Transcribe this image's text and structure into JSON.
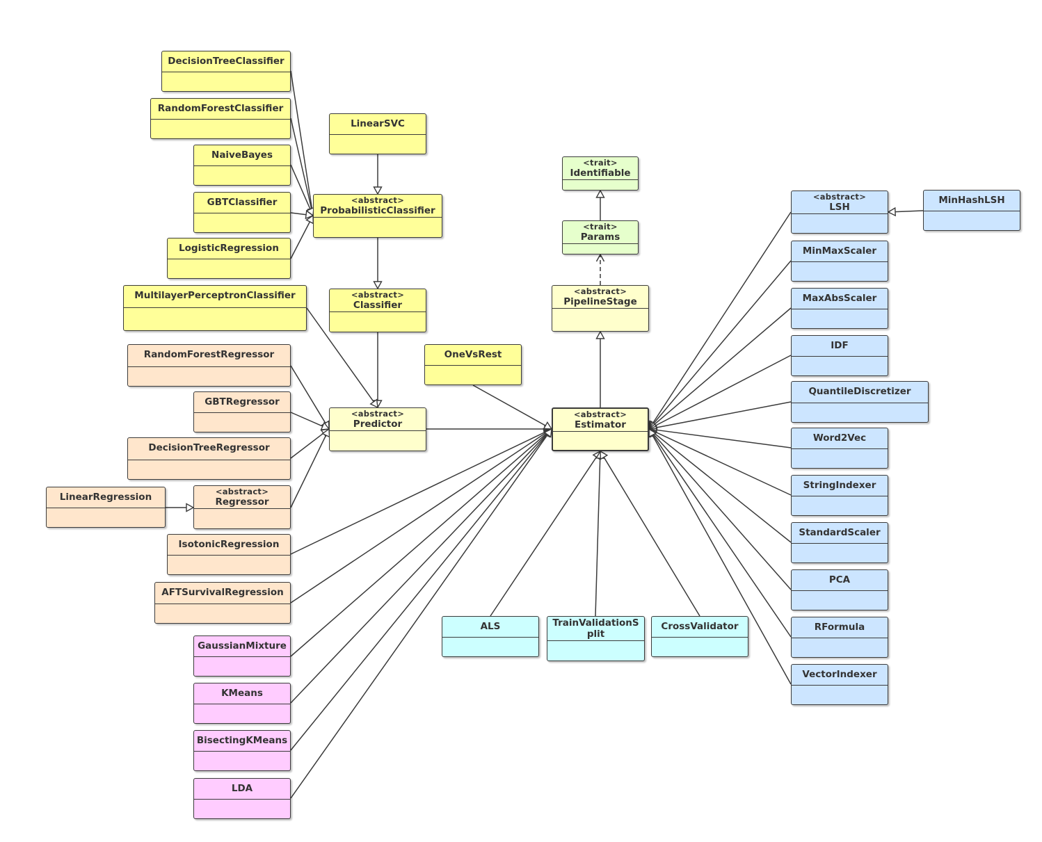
{
  "colors": {
    "yellow": "#ffff99",
    "light_yellow": "#ffffcc",
    "peach": "#ffe6cc",
    "pink": "#ffccff",
    "cyan": "#ccffff",
    "green": "#e6ffcc",
    "blue": "#cce5ff",
    "line": "#3a3a3a"
  },
  "nodes": [
    {
      "id": "DecisionTreeClassifier",
      "name": "DecisionTreeClassifier",
      "color": "yellow"
    },
    {
      "id": "RandomForestClassifier",
      "name": "RandomForestClassifier",
      "color": "yellow"
    },
    {
      "id": "NaiveBayes",
      "name": "NaiveBayes",
      "color": "yellow"
    },
    {
      "id": "GBTClassifier",
      "name": "GBTClassifier",
      "color": "yellow"
    },
    {
      "id": "LogisticRegression",
      "name": "LogisticRegression",
      "color": "yellow"
    },
    {
      "id": "MultilayerPerceptronClassifier",
      "name": "MultilayerPerceptronClassifier",
      "color": "yellow"
    },
    {
      "id": "LinearSVC",
      "name": "LinearSVC",
      "color": "yellow"
    },
    {
      "id": "ProbabilisticClassifier",
      "stereotype": "<abstract>",
      "name": "ProbabilisticClassifier",
      "color": "yellow"
    },
    {
      "id": "Classifier",
      "stereotype": "<abstract>",
      "name": "Classifier",
      "color": "yellow"
    },
    {
      "id": "OneVsRest",
      "name": "OneVsRest",
      "color": "yellow"
    },
    {
      "id": "Predictor",
      "stereotype": "<abstract>",
      "name": "Predictor",
      "color": "light_yellow"
    },
    {
      "id": "RandomForestRegressor",
      "name": "RandomForestRegressor",
      "color": "peach"
    },
    {
      "id": "GBTRegressor",
      "name": "GBTRegressor",
      "color": "peach"
    },
    {
      "id": "DecisionTreeRegressor",
      "name": "DecisionTreeRegressor",
      "color": "peach"
    },
    {
      "id": "LinearRegression",
      "name": "LinearRegression",
      "color": "peach"
    },
    {
      "id": "Regressor",
      "stereotype": "<abstract>",
      "name": "Regressor",
      "color": "peach"
    },
    {
      "id": "IsotonicRegression",
      "name": "IsotonicRegression",
      "color": "peach"
    },
    {
      "id": "AFTSurvivalRegression",
      "name": "AFTSurvivalRegression",
      "color": "peach"
    },
    {
      "id": "GaussianMixture",
      "name": "GaussianMixture",
      "color": "pink"
    },
    {
      "id": "KMeans",
      "name": "KMeans",
      "color": "pink"
    },
    {
      "id": "BisectingKMeans",
      "name": "BisectingKMeans",
      "color": "pink"
    },
    {
      "id": "LDA",
      "name": "LDA",
      "color": "pink"
    },
    {
      "id": "ALS",
      "name": "ALS",
      "color": "cyan"
    },
    {
      "id": "TrainValidationSplit",
      "name_lines": [
        "TrainValidationS",
        "plit"
      ],
      "color": "cyan"
    },
    {
      "id": "CrossValidator",
      "name": "CrossValidator",
      "color": "cyan"
    },
    {
      "id": "Identifiable",
      "stereotype": "<trait>",
      "name": "Identifiable",
      "color": "green"
    },
    {
      "id": "Params",
      "stereotype": "<trait>",
      "name": "Params",
      "color": "green"
    },
    {
      "id": "PipelineStage",
      "stereotype": "<abstract>",
      "name": "PipelineStage",
      "color": "light_yellow"
    },
    {
      "id": "Estimator",
      "stereotype": "<abstract>",
      "name": "Estimator",
      "color": "light_yellow",
      "bold": true
    },
    {
      "id": "LSH",
      "stereotype": "<abstract>",
      "name": "LSH",
      "color": "blue"
    },
    {
      "id": "MinHashLSH",
      "name": "MinHashLSH",
      "color": "blue"
    },
    {
      "id": "MinMaxScaler",
      "name": "MinMaxScaler",
      "color": "blue"
    },
    {
      "id": "MaxAbsScaler",
      "name": "MaxAbsScaler",
      "color": "blue"
    },
    {
      "id": "IDF",
      "name": "IDF",
      "color": "blue"
    },
    {
      "id": "QuantileDiscretizer",
      "name": "QuantileDiscretizer",
      "color": "blue"
    },
    {
      "id": "Word2Vec",
      "name": "Word2Vec",
      "color": "blue"
    },
    {
      "id": "StringIndexer",
      "name": "StringIndexer",
      "color": "blue"
    },
    {
      "id": "StandardScaler",
      "name": "StandardScaler",
      "color": "blue"
    },
    {
      "id": "PCA",
      "name": "PCA",
      "color": "blue"
    },
    {
      "id": "RFormula",
      "name": "RFormula",
      "color": "blue"
    },
    {
      "id": "VectorIndexer",
      "name": "VectorIndexer",
      "color": "blue"
    }
  ],
  "edges": [
    {
      "from": "DecisionTreeClassifier",
      "to": "ProbabilisticClassifier",
      "type": "inheritance"
    },
    {
      "from": "RandomForestClassifier",
      "to": "ProbabilisticClassifier",
      "type": "inheritance"
    },
    {
      "from": "NaiveBayes",
      "to": "ProbabilisticClassifier",
      "type": "inheritance"
    },
    {
      "from": "GBTClassifier",
      "to": "ProbabilisticClassifier",
      "type": "inheritance"
    },
    {
      "from": "LogisticRegression",
      "to": "ProbabilisticClassifier",
      "type": "inheritance"
    },
    {
      "from": "LinearSVC",
      "to": "ProbabilisticClassifier",
      "type": "inheritance"
    },
    {
      "from": "ProbabilisticClassifier",
      "to": "Classifier",
      "type": "inheritance"
    },
    {
      "from": "Classifier",
      "to": "Predictor",
      "type": "inheritance"
    },
    {
      "from": "MultilayerPerceptronClassifier",
      "to": "Predictor",
      "type": "inheritance"
    },
    {
      "from": "RandomForestRegressor",
      "to": "Predictor",
      "type": "inheritance"
    },
    {
      "from": "GBTRegressor",
      "to": "Predictor",
      "type": "inheritance"
    },
    {
      "from": "DecisionTreeRegressor",
      "to": "Predictor",
      "type": "inheritance"
    },
    {
      "from": "Regressor",
      "to": "Predictor",
      "type": "inheritance"
    },
    {
      "from": "LinearRegression",
      "to": "Regressor",
      "type": "inheritance"
    },
    {
      "from": "Predictor",
      "to": "Estimator",
      "type": "inheritance"
    },
    {
      "from": "OneVsRest",
      "to": "Estimator",
      "type": "inheritance"
    },
    {
      "from": "IsotonicRegression",
      "to": "Estimator",
      "type": "inheritance"
    },
    {
      "from": "AFTSurvivalRegression",
      "to": "Estimator",
      "type": "inheritance"
    },
    {
      "from": "GaussianMixture",
      "to": "Estimator",
      "type": "inheritance"
    },
    {
      "from": "KMeans",
      "to": "Estimator",
      "type": "inheritance"
    },
    {
      "from": "BisectingKMeans",
      "to": "Estimator",
      "type": "inheritance"
    },
    {
      "from": "LDA",
      "to": "Estimator",
      "type": "inheritance"
    },
    {
      "from": "ALS",
      "to": "Estimator",
      "type": "inheritance"
    },
    {
      "from": "TrainValidationSplit",
      "to": "Estimator",
      "type": "inheritance"
    },
    {
      "from": "CrossValidator",
      "to": "Estimator",
      "type": "inheritance"
    },
    {
      "from": "Estimator",
      "to": "PipelineStage",
      "type": "inheritance"
    },
    {
      "from": "PipelineStage",
      "to": "Params",
      "type": "realization"
    },
    {
      "from": "Params",
      "to": "Identifiable",
      "type": "inheritance"
    },
    {
      "from": "MinHashLSH",
      "to": "LSH",
      "type": "inheritance"
    },
    {
      "from": "LSH",
      "to": "Estimator",
      "type": "inheritance"
    },
    {
      "from": "MinMaxScaler",
      "to": "Estimator",
      "type": "inheritance"
    },
    {
      "from": "MaxAbsScaler",
      "to": "Estimator",
      "type": "inheritance"
    },
    {
      "from": "IDF",
      "to": "Estimator",
      "type": "inheritance"
    },
    {
      "from": "QuantileDiscretizer",
      "to": "Estimator",
      "type": "inheritance"
    },
    {
      "from": "Word2Vec",
      "to": "Estimator",
      "type": "inheritance"
    },
    {
      "from": "StringIndexer",
      "to": "Estimator",
      "type": "inheritance"
    },
    {
      "from": "StandardScaler",
      "to": "Estimator",
      "type": "inheritance"
    },
    {
      "from": "PCA",
      "to": "Estimator",
      "type": "inheritance"
    },
    {
      "from": "RFormula",
      "to": "Estimator",
      "type": "inheritance"
    },
    {
      "from": "VectorIndexer",
      "to": "Estimator",
      "type": "inheritance"
    }
  ]
}
